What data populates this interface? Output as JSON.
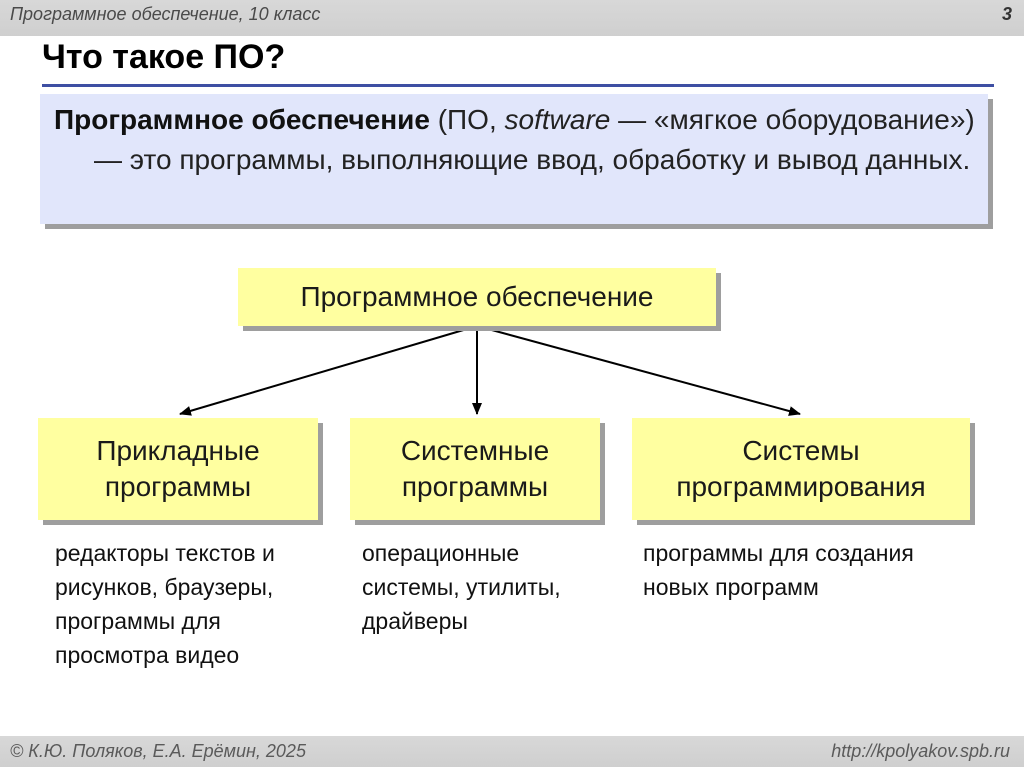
{
  "header": {
    "course": "Программное обеспечение, 10 класс",
    "page_number": "3"
  },
  "title": "Что такое ПО?",
  "definition": {
    "term": "Программное обеспечение",
    "part1": " (ПО, ",
    "foreign": "software",
    "part2": " — «мягкое оборудование») — это программы, выполняющие ввод, обработку и вывод данных."
  },
  "diagram": {
    "root": "Программное обеспечение",
    "categories": [
      {
        "label_line1": "Прикладные",
        "label_line2": "программы",
        "examples": "редакторы текстов и рисунков, браузеры, программы для просмотра видео"
      },
      {
        "label_line1": "Системные",
        "label_line2": "программы",
        "examples": "операционные системы, утилиты, драйверы"
      },
      {
        "label_line1": "Системы",
        "label_line2": "программирования",
        "examples": "программы для создания новых программ"
      }
    ]
  },
  "colors": {
    "box_fill": "#ffffa0",
    "definition_fill": "#e1e6fb",
    "title_rule": "#3e4fa3"
  },
  "footer": {
    "copyright": "© К.Ю. Поляков, Е.А. Ерёмин, 2025",
    "url": "http://kpolyakov.spb.ru"
  }
}
